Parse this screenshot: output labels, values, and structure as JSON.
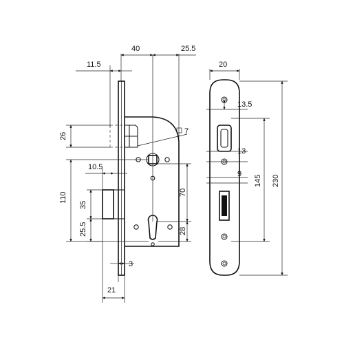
{
  "dimensions": {
    "d_11_5": "11.5",
    "d_40": "40",
    "d_25_5_top": "25.5",
    "d_20": "20",
    "d_13_5": "13.5",
    "d_7": "7",
    "d_26": "26",
    "d_13": "13",
    "d_10_5": "10.5",
    "d_9": "9",
    "d_145": "145",
    "d_230": "230",
    "d_110": "110",
    "d_70": "70",
    "d_35": "35",
    "d_25_5_left": "25.5",
    "d_28": "28",
    "d_3": "3",
    "d_21": "21"
  }
}
